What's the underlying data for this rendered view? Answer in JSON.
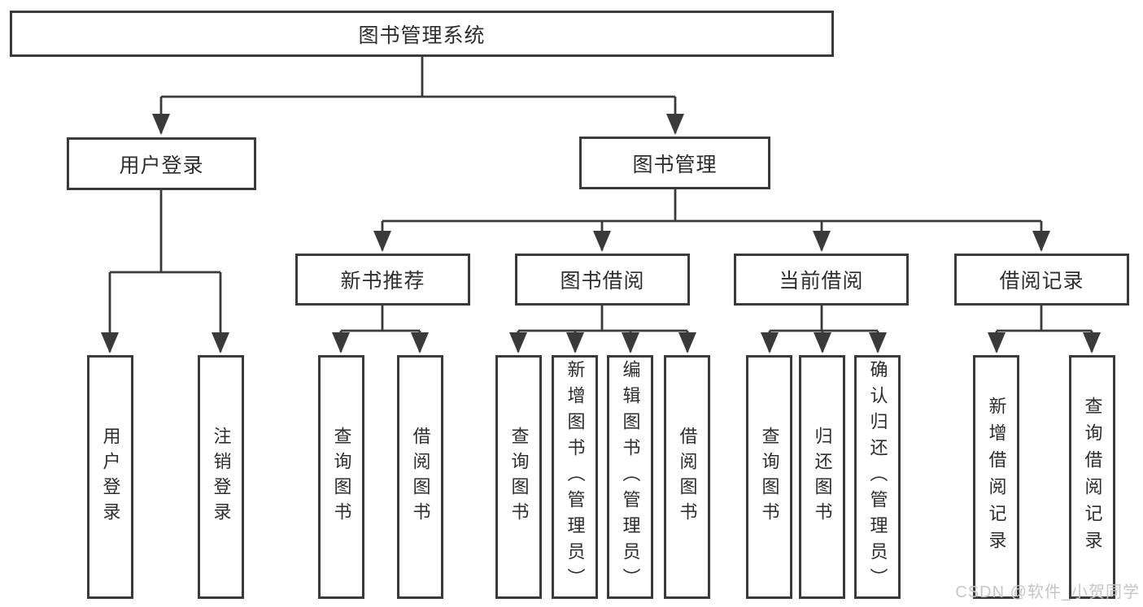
{
  "diagram": {
    "root": {
      "label": "图书管理系统"
    },
    "branches": [
      {
        "label": "用户登录",
        "children": [
          "用户登录",
          "注销登录"
        ]
      },
      {
        "label": "图书管理",
        "sections": [
          {
            "label": "新书推荐",
            "children": [
              "查询图书",
              "借阅图书"
            ]
          },
          {
            "label": "图书借阅",
            "children": [
              "查询图书",
              "新增图书（管理员）",
              "编辑图书（管理员）",
              "借阅图书"
            ]
          },
          {
            "label": "当前借阅",
            "children": [
              "查询图书",
              "归还图书",
              "确认归还（管理员）"
            ]
          },
          {
            "label": "借阅记录",
            "children": [
              "新增借阅记录",
              "查询借阅记录"
            ]
          }
        ]
      }
    ]
  },
  "watermark": "CSDN @软件_小贺同学",
  "colors": {
    "line": "#3a3a3a",
    "text": "#2d2d2d",
    "watermark": "#c6c6c6",
    "background": "#ffffff"
  }
}
